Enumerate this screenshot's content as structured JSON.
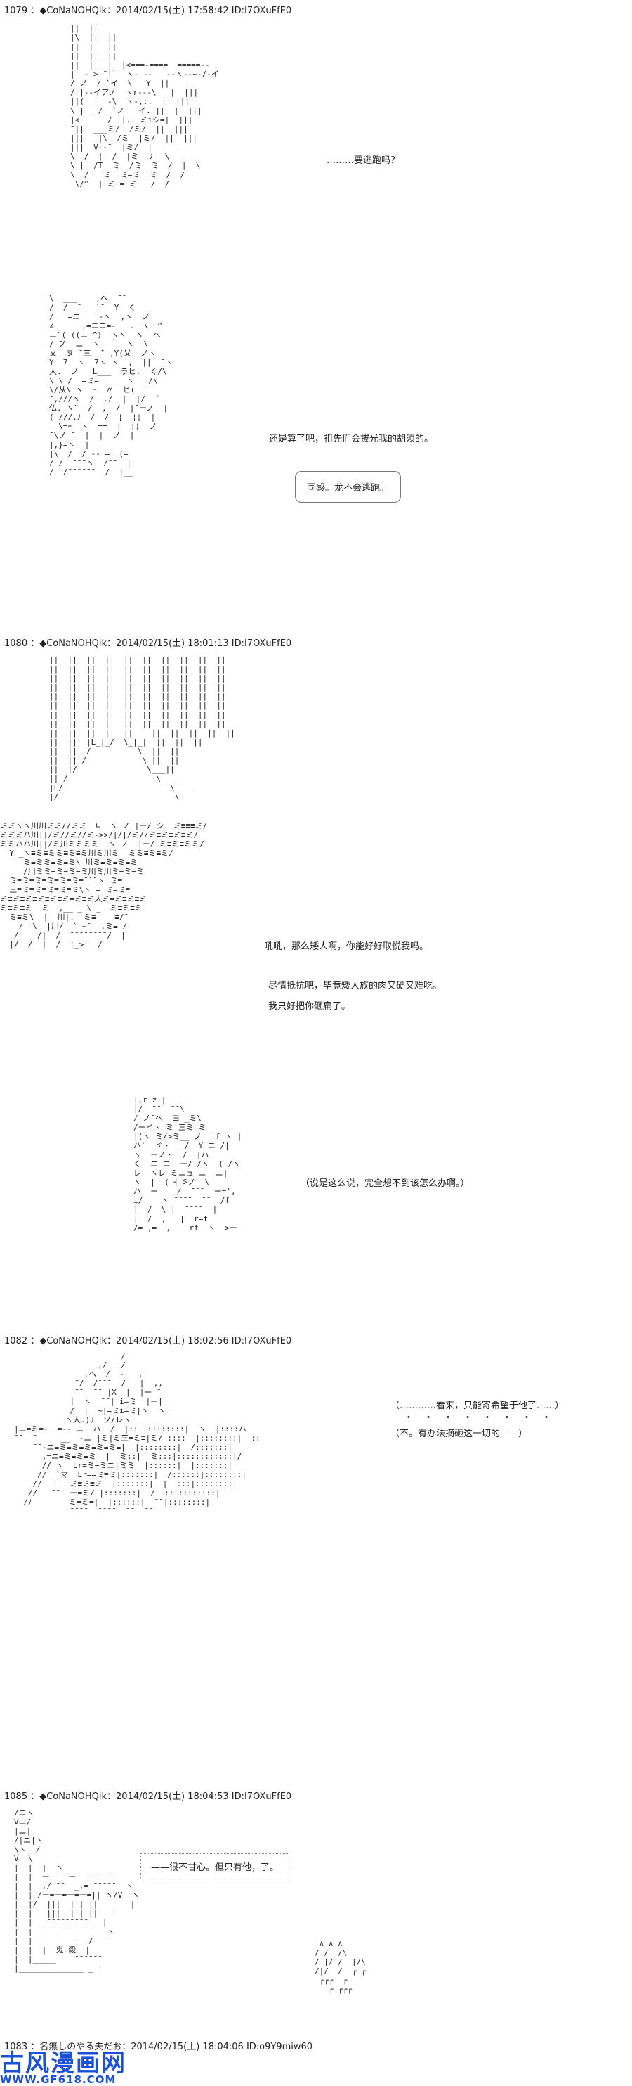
{
  "posts": [
    {
      "header": "1079 ：◆CoNaNOHQik：2014/02/15(土) 17:58:42 ID:I7OXuFfE0",
      "art": [
        "||  ||",
        "|\\  ||  ||",
        "||  ||  ||",
        "||  ||  ||",
        "||  ||  |  |<===-====  =====--",
        "|  - > ¯|`  ヽ- --  |--ヽ--~-/-イ",
        "/ ノ  / `イ  \\   Y  ||",
        "/ |--イアノ  ヽr---\\   |  |||",
        "||(  |  -\\  ヽ-,:.  |  |||",
        "\\ |   /  `ノ   イ. ||  |  |||",
        "|<   ¯  /  |.. ミiシ=|  |||",
        "¯||  ___ミ/  /ミ/  ||  |||",
        "|||   |\\  /ミ  |ミ/  ||  |||",
        "|||  V--¯  |ミ/  |  |  |",
        "\\  /  |  /  |ミ  ナ  \\",
        "\\ |  /T  ミ  /ミ  ミ  /  |  \\",
        "\\  /¯  ミ  ミ=ミ  ミ  /  /¯  ",
        "¯\\/^  |¯ミ¯=¯ミ¯  /  /¯"
      ],
      "lines": [
        "………要逃跑吗？"
      ]
    },
    {
      "art": [
        "\\  ___    ,ヘ  ¯¯",
        "/  /  ̄    `¯  Y  く",
        "/   =ニ   ¯-ヽ  ,ヽ  ノ",
        "∠ ___  ,=ニニ=-   .  \\  ^",
        "ニ¨( ((ニ ̄^)  ヽヽ  ヽ  ヘ",
        "/ ̄ノ  ニ  ヽ  ＾  ヽ  \\",
        "乂  ヌ ̄ 三  ̄' ,Y(乂  ノヽ",
        "Y  7  ヽ  7ヽ ヽ  ,  ||  ¯ヽ",
        "人.  ノ   L___  ラヒ.  く/\\",
        "\\ \\ /  =ミ=¯ __  ヽ  ̄ /\\",
        "\\/从\\ ヽ  ｰ  〃  ヒ(  ¨¨",
        "¯,///ヽ  /  ./  |  |/  ´",
        "仏. ヽ¨  /  ,  /  |¯ーノ  |",
        "( ///,ﾉ  /  /  ¦  ¦¦  |",
        "  \\=ｰ  ヽ  ==  |  ¦¦  ノ",
        "¯\\ノ ¯  |  |  ノ  |",
        "|,}=ヽ  |  ___  ",
        "|\\  /  / -- =¯ (=",
        "/ /  ¯¯¯ヽ  /¯¯  |",
        "/  /¯¯¯¯¯¯  /  |__"
      ],
      "lines": [
        "还是算了吧，祖先们会拔光我的胡须的。"
      ],
      "speech": "同感。龙不会逃跑。"
    },
    {
      "header": "1080 ：◆CoNaNOHQik：2014/02/15(土) 18:01:13 ID:I7OXuFfE0",
      "art_top": [
        "||  ||  ||  ||  ||  ||  ||  ||  ||  ||",
        "||  ||  ||  ||  ||  ||  ||  ||  ||  ||",
        "||  ||  ||  ||  ||  ||  ||  ||  ||  ||",
        "||  ||  ||  ||  ||  ||  ||  ||  ||  ||",
        "||  ||  ||  ||  ||  ||  ||  ||  ||  ||",
        "||  ||  ||  ||  ||  ||  ||  ||  ||  ||",
        "||  ||  ||  ||  ||  ||  ||  ||  ||  ||",
        "||  ||  ||  ||  ||  ||  ||  ||  ||  ||",
        "||  ||  ||  ||  ||    ||  ||  ||  ||  ||",
        "||  ||  |L_|_/  \\_|_|  ||  ||  ||",
        "||  ||  /          \\  ||  ||",
        "||  || /            \\ ||  ||",
        "||  |/               \\___||",
        "|| /                   \\___",
        "|L/                      ¯\\____",
        "|/                         \\"
      ],
      "art_bottom": [
        "ミミヽヽ川川ミミ//ミミ  ∟  ヽ ノ |ー/ シ  ミ≡≡≡ミ/",
        "ミミミハ川||/ミ//ミ//ミ->>/|/|/ミ//ミ≡ミ≡ミ≡ミ/",
        "ミミハハ川||/ミ川ミミミミ  ヽ ノ  |ー/ ミ≡ミ≡ミミ/",
        "  Y _ヽ≡ミ≡ミミ≡ミ≡ミ川ミ川ミ  ミミ≡ミ≡ミ/ ",
        "     ミ≡ミミ≡ミ≡ミ\\ 川ミ≡ミ≡ミ≡ミ",
        "     /川ミミ≡ミ≡ミ≡ミ川ミ川ミ≡ミ≡ミ",
        "  ミ≡ミ≡ミ≡ミ≡ミ≡ミ≡¯`¯ヽ ミ≡",
        "  三≡ミ≡ミ≡ミ≡ミ≡ミ\\ヽ = ミ=ミ≡",
        "ミ≡ミ≡ミ≡ミ≡ミ≡ミ=ミ≡ミ人ミ=ミ≡ミ≡ミ",
        "ミ≡ミ≡ミ  ミ  ,__ _ \\ _  ミ≡ミ≡ミ",
        "  ミ≡ミ\\  |  川|.  ミ≡    ≡/¯",
        "    /  \\  |川/  ` ~¯  ,ミ≡ /",
        "   /    /|  /  ¯¯¯¯¯¯¯¯/  |  ",
        "  |/  /  |  /  |_>|  /"
      ],
      "lines": [
        "吼吼，那么矮人啊，你能好好取悦我吗。",
        "尽情抵抗吧，毕竟矮人族的肉又硬又难吃。",
        "我只好把你砸扁了。"
      ]
    },
    {
      "art": [
        "|,r¯z¯|",
        "|/  ¨¯  ¯¯\\",
        "/ ノ¯ヘ  ヨ _ミ\\",
        "/ーイヽ ̄ミ 三ミ ミ",
        "|(ヽ ミ/>ミ__ ノ  |f ヽ |",
        "ハ`  ヾ・   /  Y ニ /|",
        "ヽ  ーノ・ ̄¯/  |ハ",
        "く  ニ ニ  ー/ /ヽ  ( /ヽ",
        "レ  ヽレ ミニュ ニ  ニ|",
        "ヽ  |  ( ┤ ̄>ノ  \\",
        "ハ  ー    /  ¯¯¯  ー=',",
        "i/    ヽ ¯¯¯¯  ¯¯  /f",
        "|  /  \\ |  ¯¯¯¯  |  ",
        "|  /  ,   |  r=f",
        "/= ,=  ,    rf  ヽ  >ー"
      ],
      "lines": [
        "（说是这么说，完全想不到该怎么办啊。）"
      ]
    },
    {
      "header": "1082 ：◆CoNaNOHQik：2014/02/15(土) 18:02:56 ID:I7OXuFfE0",
      "art": [
        "                       /",
        "                  ,/   /",
        "               ,ヘ  /  -   ,         ",
        "             ¯/  /¯¯¯  /   |  ,,",
        "             ¯¯  ¯¯ |X  |  |ー ̄   ",
        "            |  ヽ  ¯¯| i=ミ  |ー|  ",
        "            /  |  ~|=ミi=ミ|ヽ  ヽ¯",
        "           ヽ人.)ﾘ  ソ/レヽ ",
        "|ニ=ミ=-  =-- ニ. ハ  /  |:: |::::::::|  ヽ  |::::ハ",
        "¯¯  ¯     __  -ニ |ミ|ミ三=ミ≡|ミ/ ::::  |::::::::|  :: ",
        "    ¯¯-ニ≡ミ≡ミ≡ミ≡ミ≡ミ≡|  |::::::::|  /:::::::|",
        "      ,=ニ≡ミ≡ミ≡ミ  |  ミ::|  ミ:::|::::::::::::|/",
        "      // ヽ  Lr=ミ≡ミニ|ミミ  |::::::|  |:::::::|",
        "     //  `マ  Lr==ミ≡ミ|:::::::|  /::::::|::::::::|",
        "    //  ¯¯  ミ≡ミ≡ミ  |:::::::|  |  :::|::::::::|",
        "   //   ¯¯  ー=ミ/ |:::::::|  /  ::|::::::::|",
        "  /ﾉ        ミ=ミ=|  |::::::|  ¯¯|::::::::|",
        "            ¯¯¯¯  ¯¯¯¯  ¯¯  ¯¯  "
      ],
      "lines": [
        "（…………看来，只能寄希望于他了……）",
        "（不。有办法摘砸这一切的——）"
      ],
      "dots": "・・・・・・・・"
    },
    {
      "header": "1085 ：◆CoNaNOHQik：2014/02/15(土) 18:04:53 ID:I7OXuFfE0",
      "art": [
        "/ニヽ",
        "Vニ/",
        "|ニ|",
        "/|ニ|ヽ",
        "\\ヽ  /",
        "V  \\ ",
        "|  |  |  ヽ",
        "|  |  ー  ¯¯ー  ¯¯¯¯¯¯¯",
        "|  |  ,/ ¯¯  _,= ¯¯¯¯¯  ヽ      ",
        "|  | /ー=ー=ー=ー=|| ヽ/V  ヽ   ",
        "|  |/  |||  ||| ||   |   |  ",
        "|  |   |||  ||| |||  |  ",
        "|  |   ¯¯¯¯¯¯¯¯¯   |  ",
        "|  |  ¯¯¯¯¯¯¯¯¯¯¯¯  ヽ",
        "|  |  _____  |  /  ¯¯  ",
        "|  |  |  鬼 殺  |  ",
        "|  |_____    ¯¯¯¯¯¯  ",
        "|______________ _ |  "
      ],
      "art_right": [
        " ∧ ∧ ∧",
        "/ /  /\\ ",
        "/ |/ /  |/\\",
        "/|/  /  ┌ ┌",
        " ┌┌┌  ┌",
        "   ┌ ┌┌┌"
      ],
      "dotted": "——很不甘心。但只有他，了。"
    }
  ],
  "footer_header": "1083 ：名無しのやる夫だお：2014/02/15(土) 18:04:06 ID:o9Y9miw60",
  "watermark": {
    "brand": "古风漫画网",
    "url": "WWW.GF618.COM"
  }
}
